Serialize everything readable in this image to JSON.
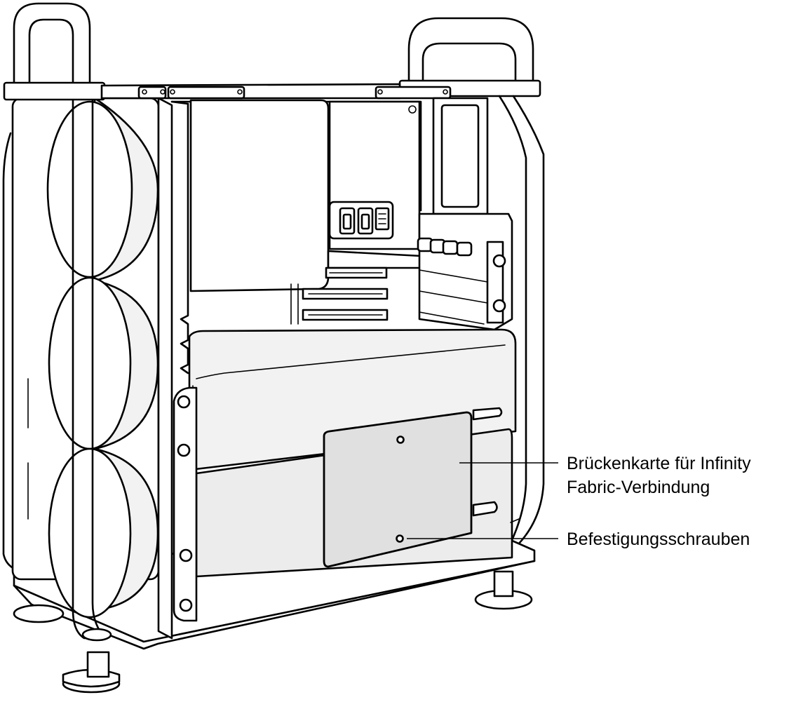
{
  "callouts": {
    "bridge_card_line1": "Brückenkarte für Infinity",
    "bridge_card_line2": "Fabric-Verbindung",
    "mounting_screws": "Befestigungsschrauben"
  },
  "colors": {
    "line": "#000000",
    "background": "#ffffff",
    "panel_fill": "#f2f2f2",
    "card_fill": "#e0e0e0"
  }
}
